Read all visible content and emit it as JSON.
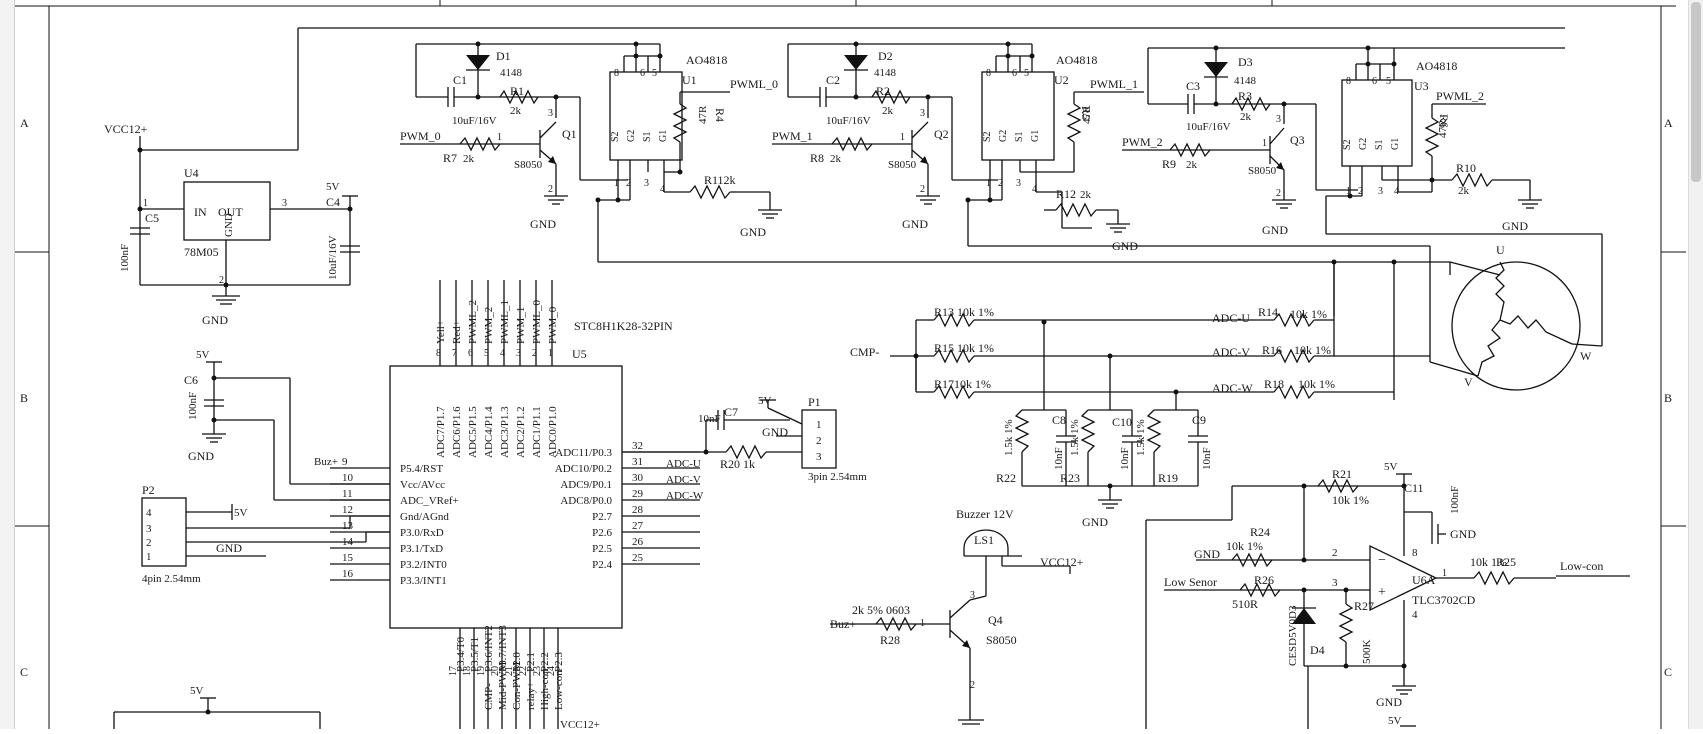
{
  "zones": {
    "rows": [
      "A",
      "B",
      "C"
    ]
  },
  "power": {
    "vcc12": "VCC12+",
    "v5": "5V",
    "gnd": "GND"
  },
  "regulator": {
    "ref": "U4",
    "in": "IN",
    "out": "OUT",
    "gnd": "GND",
    "part": "78M05",
    "pin1": "1",
    "pin2": "2",
    "pin3": "3"
  },
  "caps": {
    "c1": {
      "ref": "C1",
      "val": "10uF/16V"
    },
    "c2": {
      "ref": "C2",
      "val": "10uF/16V"
    },
    "c3": {
      "ref": "C3",
      "val": "10uF/16V"
    },
    "c4": {
      "ref": "C4",
      "val": "10uF/16V"
    },
    "c5": {
      "ref": "C5",
      "val": "100nF"
    },
    "c6": {
      "ref": "C6",
      "val": "100nF"
    },
    "c7": {
      "ref": "C7",
      "val": "10nF"
    },
    "c8": {
      "ref": "C8",
      "val": "10nF"
    },
    "c9": {
      "ref": "C9",
      "val": "10nF"
    },
    "c10": {
      "ref": "C10",
      "val": "10nF"
    },
    "c11": {
      "ref": "C11",
      "val": "100nF"
    }
  },
  "diodes": {
    "d1": {
      "ref": "D1",
      "val": "4148"
    },
    "d2": {
      "ref": "D2",
      "val": "4148"
    },
    "d3": {
      "ref": "D3",
      "val": "4148"
    },
    "d4": {
      "ref": "D4",
      "val": "CESD5V0D3"
    }
  },
  "resistors": {
    "r1": {
      "ref": "R1",
      "val": "2k"
    },
    "r2": {
      "ref": "R2",
      "val": "2k"
    },
    "r3": {
      "ref": "R3",
      "val": "2k"
    },
    "r4": {
      "ref": "R4",
      "val": "47R"
    },
    "r5": {
      "ref": "R5",
      "val": "47R"
    },
    "r6": {
      "ref": "R6",
      "val": "47R"
    },
    "r7": {
      "ref": "R7",
      "val": "2k"
    },
    "r8": {
      "ref": "R8",
      "val": "2k"
    },
    "r9": {
      "ref": "R9",
      "val": "2k"
    },
    "r10": {
      "ref": "R10",
      "val": "2k"
    },
    "r11": {
      "label": "R112k"
    },
    "r12": {
      "ref": "R12",
      "val": "2k"
    },
    "r13": {
      "label": "R13 10k 1%"
    },
    "r14": {
      "ref": "R14",
      "val": "10k 1%"
    },
    "r15": {
      "label": "R15 10k 1%"
    },
    "r16": {
      "ref": "R16",
      "val": "10k 1%"
    },
    "r17": {
      "label": "R1710k 1%"
    },
    "r18": {
      "ref": "R18",
      "val": "10k 1%"
    },
    "r19": {
      "ref": "R19",
      "val": "1.5k 1%"
    },
    "r20": {
      "label": "R20 1k"
    },
    "r21": {
      "ref": "R21",
      "val": "10k 1%"
    },
    "r22": {
      "ref": "R22",
      "val": "1.5k 1%"
    },
    "r23": {
      "ref": "R23",
      "val": "1.5k 1%"
    },
    "r24": {
      "ref": "R24",
      "val": "10k 1%"
    },
    "r25": {
      "ref": "R25",
      "val": "10k 1%"
    },
    "r26": {
      "ref": "R26",
      "val": "510R"
    },
    "r27": {
      "ref": "R27",
      "val": "500K"
    },
    "r28": {
      "ref": "R28",
      "val": "2k 5% 0603"
    }
  },
  "transistors": {
    "q1": {
      "ref": "Q1",
      "val": "S8050"
    },
    "q2": {
      "ref": "Q2",
      "val": "S8050"
    },
    "q3": {
      "ref": "Q3",
      "val": "S8050"
    },
    "q4": {
      "ref": "Q4",
      "val": "S8050"
    }
  },
  "mosfets": {
    "u1": {
      "ref": "U1",
      "part": "AO4818"
    },
    "u2": {
      "ref": "U2",
      "part": "AO4818"
    },
    "u3": {
      "ref": "U3",
      "part": "AO4818"
    },
    "pins_inner": [
      "S2",
      "G2",
      "S1",
      "G1"
    ]
  },
  "nets": {
    "pwm0": "PWM_0",
    "pwm1": "PWM_1",
    "pwm2": "PWM_2",
    "pwml0": "PWML_0",
    "pwml1": "PWML_1",
    "pwml2": "PWML_2",
    "adcu": "ADC-U",
    "adcv": "ADC-V",
    "adcw": "ADC-W",
    "cmp": "CMP-",
    "buz": "Buz+",
    "lowsenor": "Low Senor",
    "lowcon": "Low-con",
    "buzzer": "Buzzer 12V"
  },
  "motor": {
    "u": "U",
    "v": "V",
    "w": "W"
  },
  "mcu": {
    "ref": "U5",
    "part": "STC8H1K28-32PIN",
    "top_pins": [
      {
        "num": "8",
        "label": "Yell+"
      },
      {
        "num": "7",
        "label": "Red+"
      },
      {
        "num": "6",
        "label": "PWML_2"
      },
      {
        "num": "5",
        "label": "PWM_2"
      },
      {
        "num": "4",
        "label": "PWML_1"
      },
      {
        "num": "3",
        "label": "PWM_1"
      },
      {
        "num": "2",
        "label": "PWML_0"
      },
      {
        "num": "1",
        "label": "PWM_0"
      }
    ],
    "top_inner": [
      "ADC7/P1.7",
      "ADC6/P1.6",
      "ADC5/P1.5",
      "ADC4/P1.4",
      "ADC3/P1.3",
      "ADC2/P1.2",
      "ADC1/P1.1",
      "ADC0/P1.0"
    ],
    "left_pins": [
      {
        "num": "9",
        "inner": "P5.4/RST",
        "net": "Buz+"
      },
      {
        "num": "10",
        "inner": "Vcc/AVcc",
        "net": ""
      },
      {
        "num": "11",
        "inner": "ADC_VRef+",
        "net": ""
      },
      {
        "num": "12",
        "inner": "Gnd/AGnd",
        "net": ""
      },
      {
        "num": "13",
        "inner": "P3.0/RxD",
        "net": ""
      },
      {
        "num": "14",
        "inner": "P3.1/TxD",
        "net": ""
      },
      {
        "num": "15",
        "inner": "P3.2/INT0",
        "net": ""
      },
      {
        "num": "16",
        "inner": "P3.3/INT1",
        "net": ""
      }
    ],
    "right_pins": [
      {
        "num": "32",
        "inner": "ADC11/P0.3",
        "net": ""
      },
      {
        "num": "31",
        "inner": "ADC10/P0.2",
        "net": "ADC-U"
      },
      {
        "num": "30",
        "inner": "ADC9/P0.1",
        "net": "ADC-V"
      },
      {
        "num": "29",
        "inner": "ADC8/P0.0",
        "net": "ADC-W"
      },
      {
        "num": "28",
        "inner": "P2.7",
        "net": ""
      },
      {
        "num": "27",
        "inner": "P2.6",
        "net": ""
      },
      {
        "num": "26",
        "inner": "P2.5",
        "net": ""
      },
      {
        "num": "25",
        "inner": "P2.4",
        "net": ""
      }
    ],
    "bottom_inner": [
      "P3.4/T0",
      "P3.5/T1",
      "P3.6/INT2",
      "P3.7/INT3",
      "P2.0",
      "P2.1",
      "P2.2",
      "P2.3"
    ],
    "bottom_pins": [
      {
        "num": "17",
        "label": ""
      },
      {
        "num": "18",
        "label": ""
      },
      {
        "num": "19",
        "label": "CMP-"
      },
      {
        "num": "20",
        "label": "Mid-PWM"
      },
      {
        "num": "21",
        "label": "Con-PWM"
      },
      {
        "num": "22",
        "label": "relay+"
      },
      {
        "num": "23",
        "label": "High-con"
      },
      {
        "num": "24",
        "label": "Low-con"
      }
    ]
  },
  "connectors": {
    "p1": {
      "ref": "P1",
      "desc": "3pin 2.54mm",
      "pins": [
        "1",
        "2",
        "3"
      ]
    },
    "p2": {
      "ref": "P2",
      "desc": "4pin 2.54mm",
      "pins": [
        "4",
        "3",
        "2",
        "1"
      ]
    }
  },
  "comparator": {
    "ref": "U6A",
    "part": "TLC3702CD",
    "plus": "+",
    "minus": "−",
    "pin2": "2",
    "pin3": "3",
    "pin1": "1",
    "pin4": "4",
    "pin8": "8"
  },
  "buzzer": {
    "ref": "LS1"
  },
  "misc": {
    "q4_pin1": "1",
    "q4_pin2": "2",
    "q4_pin3": "3"
  }
}
